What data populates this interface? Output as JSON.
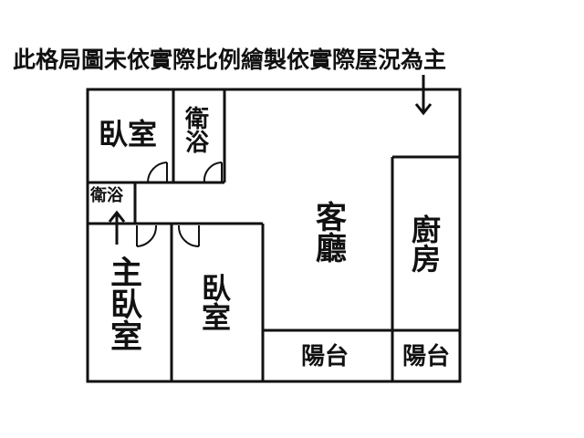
{
  "disclaimer": "此格局圖未依實際比例繪製依實際屋況為主",
  "rooms": {
    "bedroom_top": "臥室",
    "bath_top": "衛浴",
    "bath_small": "衛浴",
    "master_bedroom": "主臥室",
    "bedroom_mid": "臥室",
    "living_room": "客廳",
    "kitchen": "廚房",
    "balcony_left": "陽台",
    "balcony_right": "陽台"
  },
  "colors": {
    "line": "#111111",
    "background": "#ffffff"
  },
  "icons": [
    "entrance-arrow-icon",
    "door-swing-icon"
  ]
}
